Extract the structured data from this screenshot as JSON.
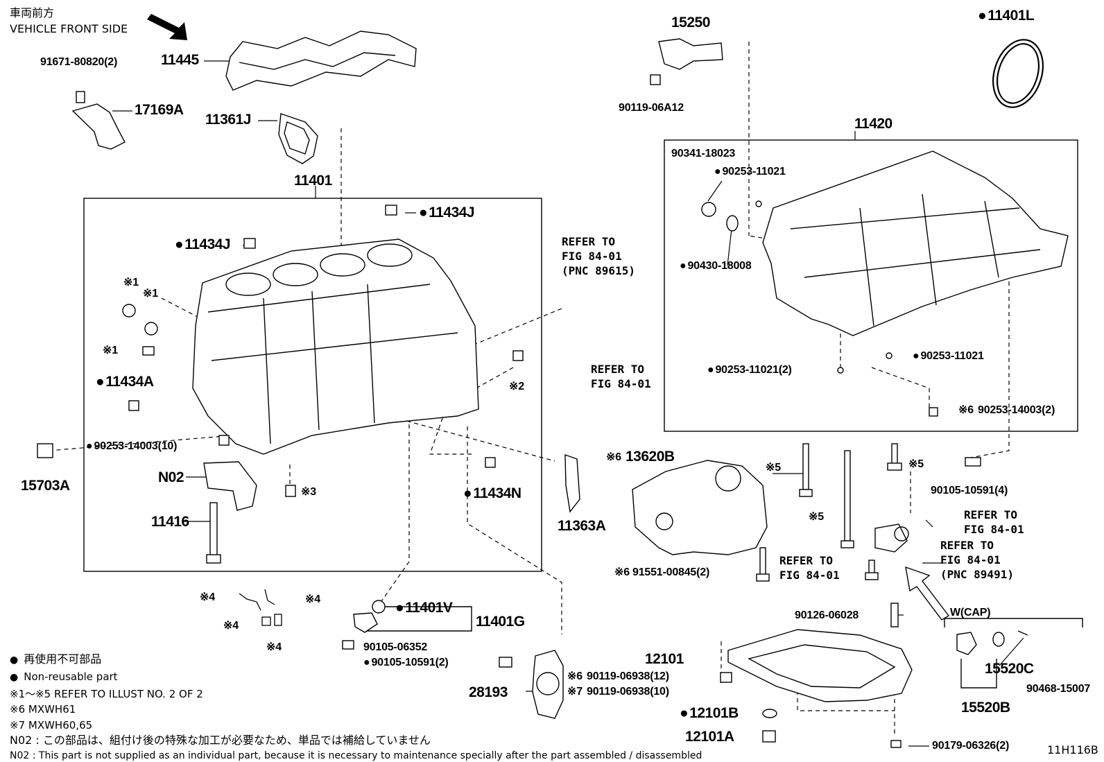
{
  "header": {
    "front_jp": "車両前方",
    "front_en": "VEHICLE FRONT SIDE"
  },
  "parts": {
    "p11445": "11445",
    "p91671": "91671-80820(2)",
    "p17169A": "17169A",
    "p11361J": "11361J",
    "p11401": "11401",
    "p11434J_top": "11434J",
    "p11434J_left": "11434J",
    "p11434A": "11434A",
    "p15703A": "15703A",
    "p90253_14003_10": "90253-14003(10)",
    "pN02": "N02",
    "p11416": "11416",
    "p11434N": "11434N",
    "p11363A": "11363A",
    "p15250": "15250",
    "p90119_06A12": "90119-06A12",
    "p11401L": "11401L",
    "p11420": "11420",
    "p90341": "90341-18023",
    "p90253_11021_a": "90253-11021",
    "p90430": "90430-18008",
    "p90253_11021_b": "90253-11021",
    "p90253_11021_2": "90253-11021(2)",
    "p90253_14003_2": "90253-14003(2)",
    "p13620B": "13620B",
    "p91551": "91551-00845(2)",
    "p90105_10591_4": "90105-10591(4)",
    "p11401V": "11401V",
    "p11401G": "11401G",
    "p90105_06352": "90105-06352",
    "p90105_10591_2": "90105-10591(2)",
    "p28193": "28193",
    "p90126": "90126-06028",
    "p12101": "12101",
    "p90119_06938_12": "90119-06938(12)",
    "p90119_06938_10": "90119-06938(10)",
    "p12101B": "12101B",
    "p12101A": "12101A",
    "p90179": "90179-06326(2)",
    "p15520C": "15520C",
    "p15520B": "15520B",
    "p90468": "90468-15007",
    "wcap": "W(CAP)"
  },
  "marks": {
    "m1": "※1",
    "m2": "※2",
    "m3": "※3",
    "m4": "※4",
    "m5": "※5",
    "m6": "※6",
    "m7": "※7"
  },
  "refs": {
    "r89615": "REFER TO\nFIG 84-01\n(PNC 89615)",
    "r8401_a": "REFER TO\nFIG 84-01",
    "r8401_b": "REFER TO\nFIG 84-01",
    "r8401_c": "REFER TO\nFIG 84-01",
    "r89491": "REFER TO\nFIG 84-01\n(PNC 89491)"
  },
  "legend": {
    "jp_nonreusable": "再使用不可部品",
    "en_nonreusable": "Non-reusable part",
    "note_1_5": "※1～※5  REFER TO ILLUST NO. 2 OF 2",
    "note_6": "※6 MXWH61",
    "note_7": "※7 MXWH60,65",
    "n02_jp": "N02 : この部品は、組付け後の特殊な加工が必要なため、単品では補給していません",
    "n02_en": "N02 : This part is not supplied as an individual part, because it is necessary to maintenance specially after the part assembled / disassembled"
  },
  "figure_id": "11H116B"
}
